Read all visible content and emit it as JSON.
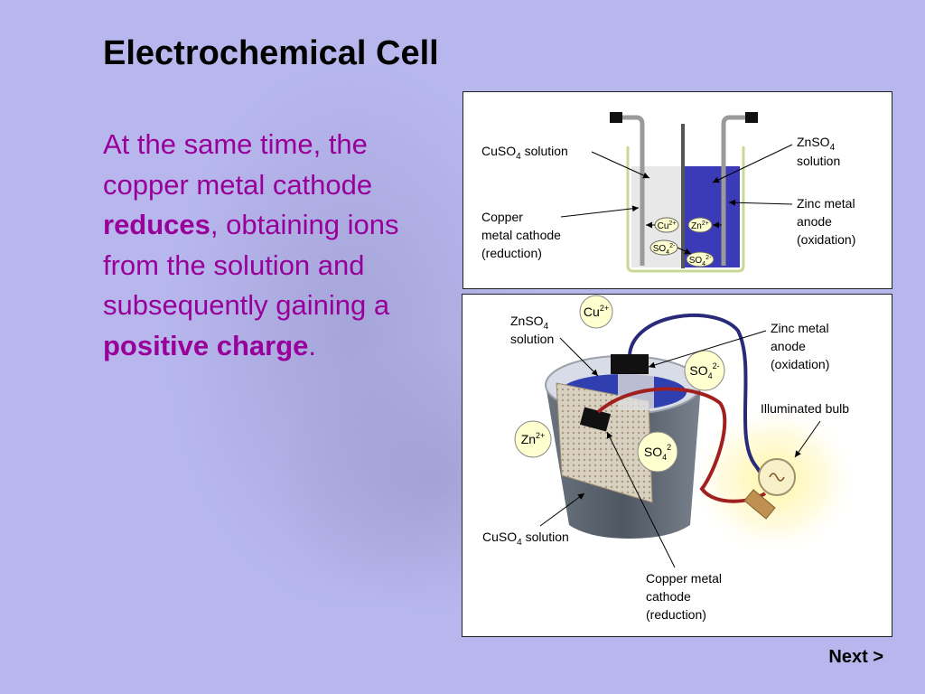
{
  "title": "Electrochemical Cell",
  "body": {
    "part1": "At the same time, the copper metal cathode ",
    "bold1": "reduces",
    "part2": ", obtaining ions from the solution and subsequently gaining a ",
    "bold2": "positive charge",
    "part3": "."
  },
  "top_diagram": {
    "cuso4_label": "CuSO",
    "cuso4_sub": "4",
    "cuso4_suffix": " solution",
    "znso4_line1": "ZnSO",
    "znso4_sub": "4",
    "znso4_line2": "solution",
    "zinc_line1": "Zinc metal",
    "zinc_line2": "anode",
    "zinc_line3": "(oxidation)",
    "copper_line1": "Copper",
    "copper_line2": "metal cathode",
    "copper_line3": "(reduction)",
    "ion_cu": "Cu",
    "ion_cu_sup": "2+",
    "ion_zn": "Zn",
    "ion_zn_sup": "2+",
    "ion_so4": "SO",
    "ion_so4_sub": "4",
    "ion_so4_sup": "2-"
  },
  "bottom_diagram": {
    "ion_cu": "Cu",
    "ion_cu_sup": "2+",
    "znso4_line1": "ZnSO",
    "znso4_sub": "4",
    "znso4_line2": "solution",
    "zinc_line1": "Zinc metal",
    "zinc_line2": "anode",
    "zinc_line3": "(oxidation)",
    "bulb_label": "Illuminated bulb",
    "ion_so4": "SO",
    "ion_so4_sub": "4",
    "ion_so4_sup": "2-",
    "ion_so4b_sup": "2",
    "ion_zn": "Zn",
    "ion_zn_sup": "2+",
    "cuso4_label": "CuSO",
    "cuso4_sub": "4",
    "cuso4_suffix": " solution",
    "copper_line1": "Copper metal",
    "copper_line2": "cathode",
    "copper_line3": "(reduction)"
  },
  "colors": {
    "background": "#b7b7ee",
    "body_text": "#990099",
    "znso4_solution": "#3b3bb8",
    "cuso4_solution": "#e6e6e6",
    "copper_wire": "#a02020",
    "zinc_wire": "#2a2a7a",
    "ion_circle": "#ffffd0"
  },
  "nav": {
    "next_label": "Next >"
  }
}
